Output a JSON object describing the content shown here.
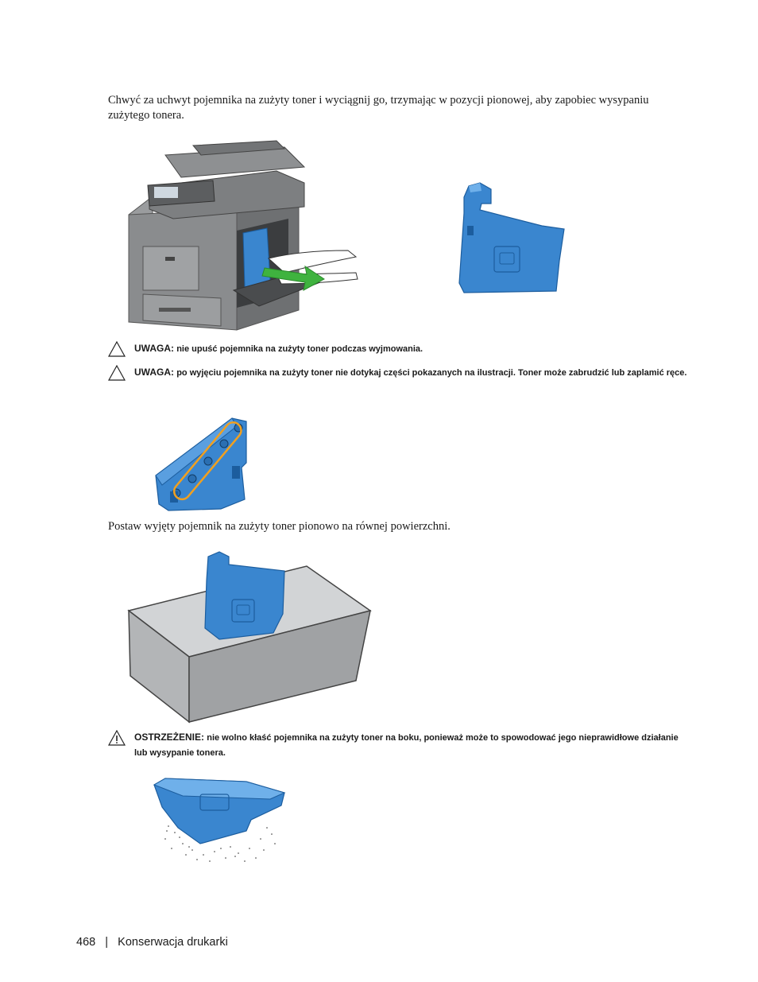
{
  "step1": {
    "text": "Chwyć za uchwyt pojemnika na zużyty toner i wyciągnij go, trzymając w pozycji pionowej, aby zapobiec wysypaniu zużytego tonera."
  },
  "caution1": {
    "label": "UWAGA:",
    "text": "nie upuść pojemnika na zużyty toner podczas wyjmowania."
  },
  "caution2": {
    "label": "UWAGA:",
    "text": "po wyjęciu pojemnika na zużyty toner nie dotykaj części pokazanych na ilustracji. Toner może zabrudzić lub zaplamić ręce."
  },
  "step2": {
    "text": "Postaw wyjęty pojemnik na zużyty toner pionowo na równej powierzchni."
  },
  "warning": {
    "label": "OSTRZEŻENIE:",
    "text": "nie wolno kłaść pojemnika na zużyty toner na boku, ponieważ może to spowodować jego nieprawidłowe działanie lub wysypanie tonera."
  },
  "footer": {
    "page_number": "468",
    "separator": "|",
    "section": "Konserwacja drukarki"
  },
  "colors": {
    "toner_blue": "#3a86cf",
    "toner_edge": "#1c5d9e",
    "printer_gray": "#8a8c8e",
    "arrow_green": "#3fb33f",
    "highlight_orange": "#f0a020"
  }
}
